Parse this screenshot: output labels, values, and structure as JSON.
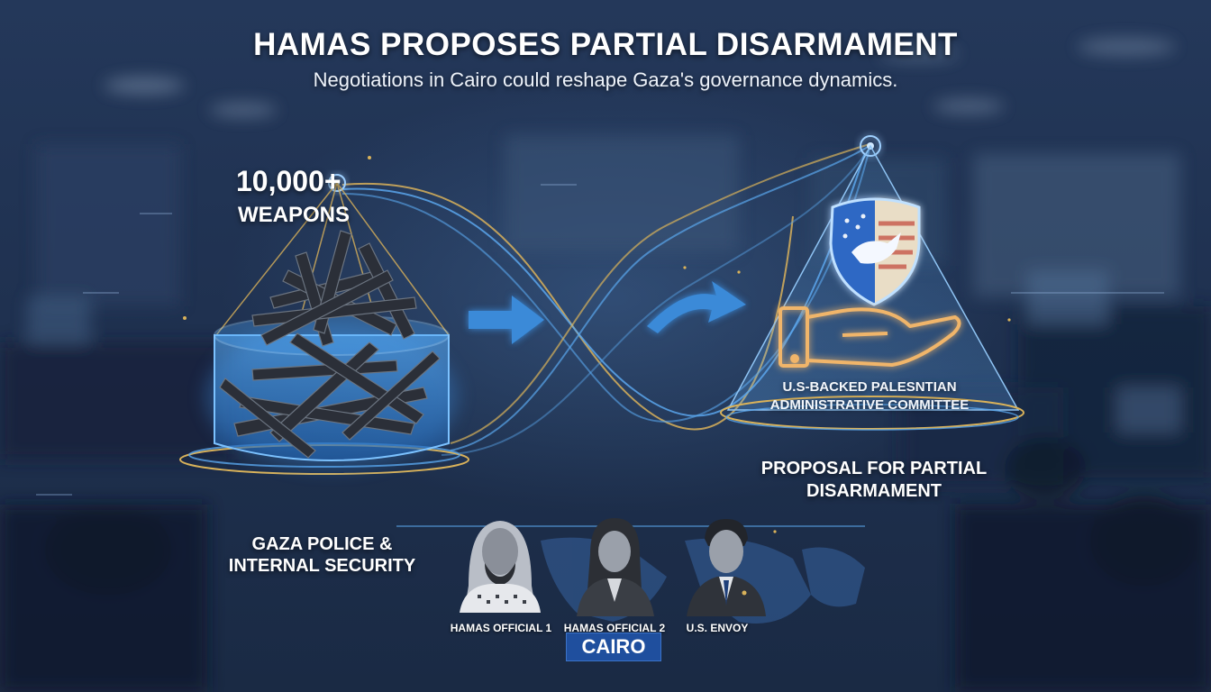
{
  "title": "HAMAS PROPOSES PARTIAL DISARMAMENT",
  "subtitle": "Negotiations in Cairo could reshape Gaza's governance dynamics.",
  "weapons": {
    "count": "10,000+",
    "label": "WEAPONS"
  },
  "committee": {
    "line1": "U.S-BACKED PALESNTIAN",
    "line2": "ADMINISTRATIVE COMMITTEE"
  },
  "proposal": {
    "line1": "PROPOSAL FOR PARTIAL",
    "line2": "DISARMAMENT"
  },
  "police": {
    "line1": "GAZA POLICE &",
    "line2": "INTERNAL SECURITY"
  },
  "officials": [
    {
      "name": "HAMAS OFFICIAL 1"
    },
    {
      "name": "HAMAS OFFICIAL 2"
    },
    {
      "name": "U.S. ENVOY"
    }
  ],
  "location": "CAIRO",
  "colors": {
    "background": "#1f3150",
    "container_glow": "#3e8fe0",
    "gold_line": "#d9b25a",
    "arrow": "#3a8ad8",
    "cairo_badge": "#1f4f9e"
  },
  "icons": {
    "shield": "shield-dove-icon",
    "hand": "open-hand-icon",
    "arrows": "arrow-right-icon"
  }
}
